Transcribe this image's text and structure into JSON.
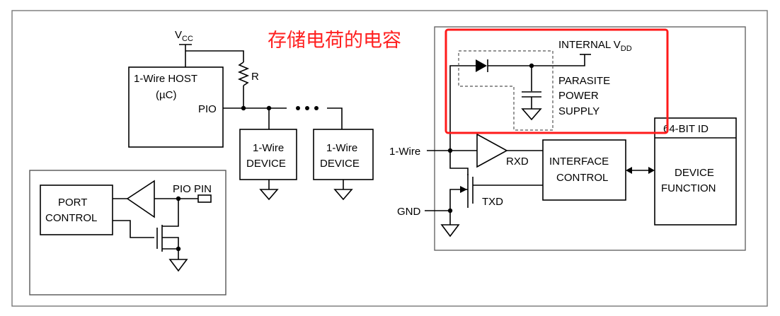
{
  "labels": {
    "vcc_main": "V",
    "vcc_sub": "CC",
    "resistor": "R",
    "host_line1": "1-Wire HOST",
    "host_line2": "(µC)",
    "host_pio": "PIO",
    "device1_line1": "1-Wire",
    "device1_line2": "DEVICE",
    "device2_line1": "1-Wire",
    "device2_line2": "DEVICE",
    "port_line1": "PORT",
    "port_line2": "CONTROL",
    "pio_pin": "PIO PIN",
    "internal_main": "INTERNAL V",
    "internal_sub": "DD",
    "parasite_line1": "PARASITE",
    "parasite_line2": "POWER",
    "parasite_line3": "SUPPLY",
    "id64": "64-BIT ID",
    "bus_1wire": "1-Wire",
    "gnd": "GND",
    "rxd": "RXD",
    "txd": "TXD",
    "interface_line1": "INTERFACE",
    "interface_line2": "CONTROL",
    "device_fn_line1": "DEVICE",
    "device_fn_line2": "FUNCTION"
  },
  "annotation": {
    "text": "存储电荷的电容",
    "color": "#ff2020"
  }
}
